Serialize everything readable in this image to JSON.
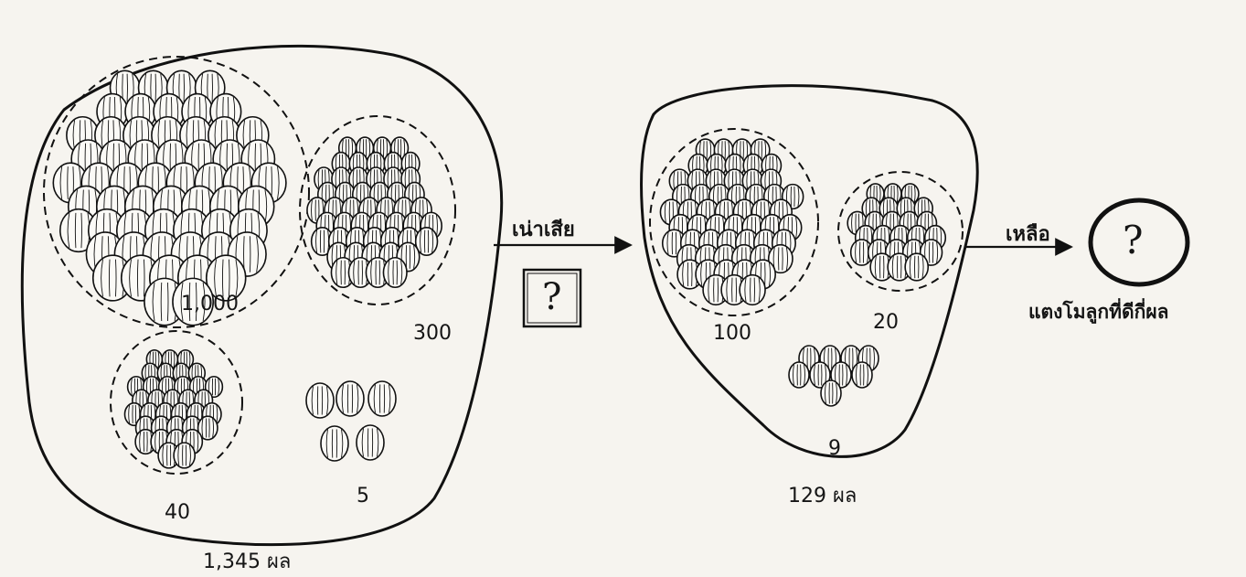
{
  "group_a": {
    "total_label": "1,345 ผล",
    "clusters": [
      {
        "count": 1000,
        "label": "1,000"
      },
      {
        "count": 300,
        "label": "300"
      },
      {
        "count": 40,
        "label": "40"
      },
      {
        "count": 5,
        "label": "5"
      }
    ]
  },
  "step1": {
    "label": "เน่าเสีย",
    "box_symbol": "?"
  },
  "group_b": {
    "total_label": "129 ผล",
    "clusters": [
      {
        "count": 100,
        "label": "100"
      },
      {
        "count": 20,
        "label": "20"
      },
      {
        "count": 9,
        "label": "9"
      }
    ]
  },
  "step2": {
    "label": "เหลือ",
    "circle_symbol": "?",
    "caption": "แตงโมลูกที่ดีกี่ผล"
  }
}
